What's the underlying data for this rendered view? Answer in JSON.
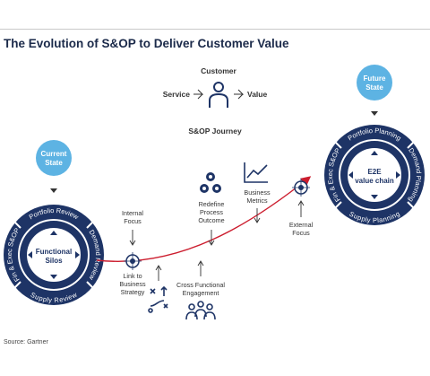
{
  "title": "The Evolution of S&OP to Deliver Customer Value",
  "customer": {
    "heading": "Customer",
    "left": "Service",
    "right": "Value"
  },
  "journey_title": "S&OP Journey",
  "current": {
    "badge": [
      "Current",
      "State"
    ],
    "center": [
      "Functional",
      "Silos"
    ],
    "ring": [
      "Portfolio Review",
      "Demand Review",
      "Supply Review",
      "Fin & Exec S&OP"
    ]
  },
  "future": {
    "badge": [
      "Future",
      "State"
    ],
    "center": [
      "E2E",
      "value chain"
    ],
    "ring": [
      "Portfolio Planning",
      "Demand Planning",
      "Supply Planning",
      "Fin & Exec S&OP"
    ]
  },
  "steps": {
    "internal_focus": [
      "Internal",
      "Focus"
    ],
    "link_strategy": [
      "Link to",
      "Business",
      "Strategy"
    ],
    "redefine": [
      "Redefine",
      "Process",
      "Outcome"
    ],
    "cross_functional": [
      "Cross Functional",
      "Engagement"
    ],
    "business_metrics": [
      "Business",
      "Metrics"
    ],
    "external_focus": [
      "External",
      "Focus"
    ]
  },
  "source": "Source: Gartner",
  "colors": {
    "navy": "#1e3466",
    "light_blue": "#5db3e3",
    "red": "#cc1d2e",
    "ring": "#2d4a86"
  }
}
